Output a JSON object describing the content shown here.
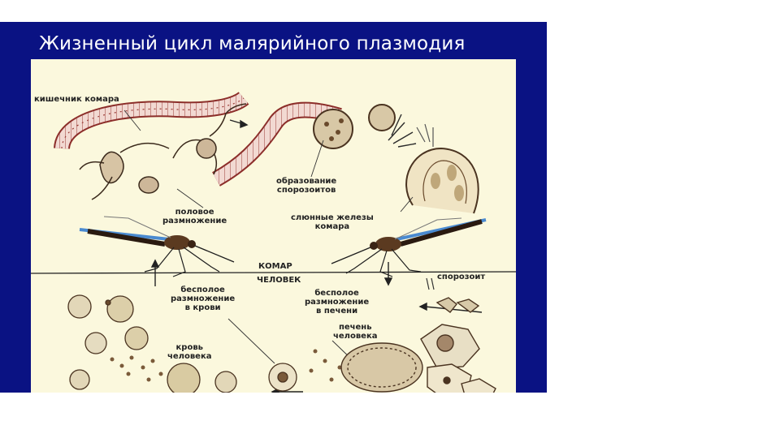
{
  "title": "Жизненный цикл малярийного плазмодия",
  "labels": {
    "mosquito_gut": "кишечник комара",
    "sexual_reproduction": "половое\nразмножение",
    "sporozoite_formation": "образование\nспорозоитов",
    "salivary_glands": "слюнные железы\nкомара",
    "mosquito": "КОМАР",
    "human": "ЧЕЛОВЕК",
    "sporozoite": "спорозоит",
    "asexual_blood": "бесполое\nразмножение\nв крови",
    "asexual_liver": "бесполое\nразмножение\nв печени",
    "human_liver": "печень\nчеловека",
    "human_blood": "кровь\nчеловека"
  },
  "icons": [
    "mosquito-icon",
    "gut-cells",
    "liver-cell",
    "blood-cell",
    "arrow-icon"
  ]
}
